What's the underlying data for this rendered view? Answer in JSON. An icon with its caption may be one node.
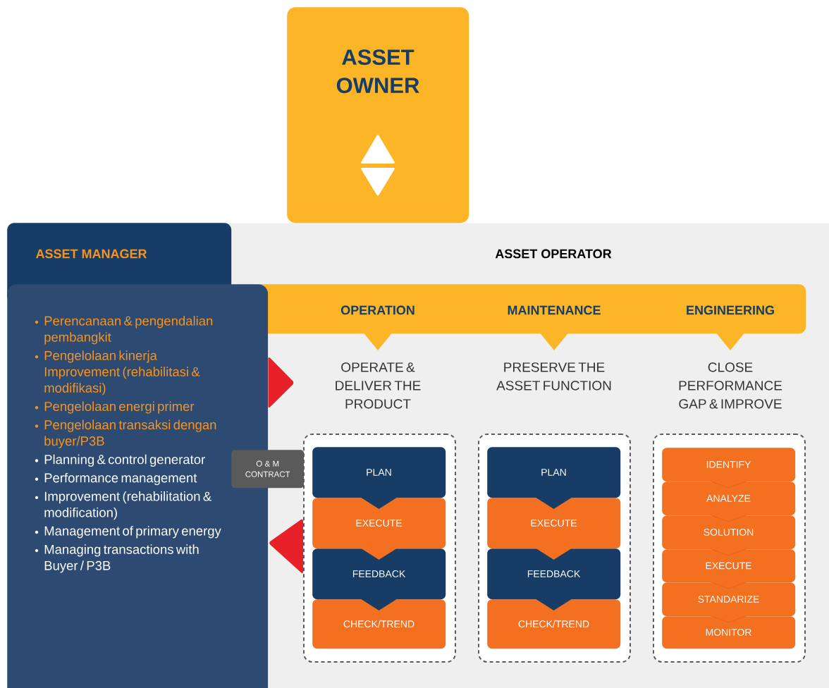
{
  "diagram": {
    "nodes": [
      {
        "text": [
          "ASSET OWNER"
        ]
      },
      {
        "text": [
          "ASSET MANAGER"
        ]
      },
      {
        "text": [
          "Perencanaan & pengendalian pembangkit",
          "Pengelolaan kinerja Improvement (rehabilitasi & modifikasi)",
          "Pengelolaan energi primer",
          "Pengelolaan transaksi dengan buyer/P3B",
          "Planning & control generator",
          "Performance management",
          "Improvement (rehabilitation & modification)",
          "Management of primary energy",
          "Managing transactions with Buyer / P3B"
        ]
      },
      {
        "text": [
          "ASSET OPERATOR"
        ]
      },
      {
        "text": [
          "OPERATION",
          "MAINTENANCE",
          "ENGINEERING"
        ],
        "in": 3
      },
      {
        "text": [
          "O & M CONTRACT"
        ],
        "in": 3
      },
      {
        "text": [],
        "shape": "box",
        "in": 3
      },
      {
        "text": [],
        "shape": "box",
        "in": 3
      },
      {
        "text": [],
        "shape": "box",
        "in": 3
      },
      {
        "text": [
          "PLAN"
        ],
        "in": 6
      },
      {
        "text": [
          "EXECUTE"
        ],
        "in": 6
      },
      {
        "text": [
          "FEEDBACK"
        ],
        "in": 6
      },
      {
        "text": [
          "CHECK/TREND"
        ],
        "in": 6
      },
      {
        "text": [
          "PLAN"
        ],
        "in": 7
      },
      {
        "text": [
          "EXECUTE"
        ],
        "in": 7
      },
      {
        "text": [
          "FEEDBACK"
        ],
        "in": 7
      },
      {
        "text": [
          "CHECK/TREND"
        ],
        "in": 7
      },
      {
        "text": [
          "IDENTIFY"
        ],
        "in": 8
      },
      {
        "text": [
          "ANALYZE"
        ],
        "in": 8
      },
      {
        "text": [
          "SOLUTION"
        ],
        "in": 8
      },
      {
        "text": [
          "EXECUTE"
        ],
        "in": 8
      },
      {
        "text": [
          "STANDARIZE"
        ],
        "in": 8
      },
      {
        "text": [
          "MONITOR"
        ],
        "in": 8
      }
    ],
    "edges": [
      {
        "from": 2,
        "to": 3,
        "arrow": "to"
      },
      {
        "from": 6,
        "to": 2,
        "arrow": "to"
      }
    ],
    "labels": [
      "OPERATE & DELIVER THE PRODUCT",
      "PRESERVE THE ASSET FUNCTION",
      "CLOSE PERFORMANCE GAP & IMPROVE"
    ]
  }
}
